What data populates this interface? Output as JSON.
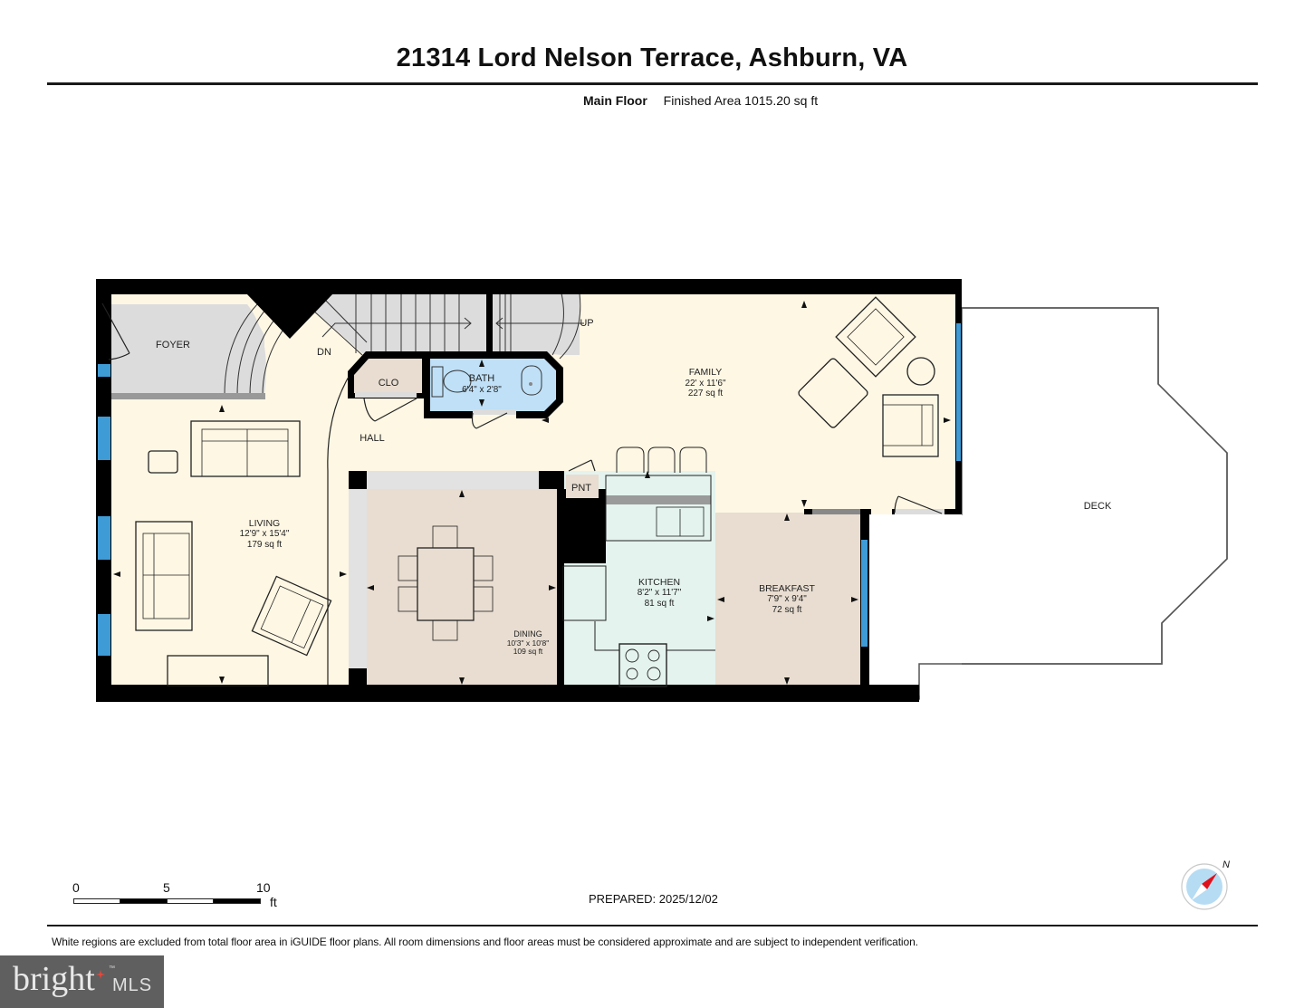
{
  "header": {
    "title": "21314 Lord Nelson Terrace, Ashburn, VA",
    "floor_name": "Main Floor",
    "finished_area": "Finished Area 1015.20 sq ft"
  },
  "rooms": {
    "foyer": {
      "name": "FOYER"
    },
    "dn": {
      "name": "DN"
    },
    "up": {
      "name": "UP"
    },
    "clo": {
      "name": "CLO"
    },
    "bath": {
      "name": "BATH",
      "dims": "6'4\" x 2'8\""
    },
    "hall": {
      "name": "HALL"
    },
    "family": {
      "name": "FAMILY",
      "dims": "22' x 11'6\"",
      "area": "227 sq ft"
    },
    "living": {
      "name": "LIVING",
      "dims": "12'9\" x 15'4\"",
      "area": "179 sq ft"
    },
    "dining": {
      "name": "DINING",
      "dims": "10'3\" x 10'8\"",
      "area": "109 sq ft"
    },
    "pnt": {
      "name": "PNT"
    },
    "kitchen": {
      "name": "KITCHEN",
      "dims": "8'2\" x 11'7\"",
      "area": "81 sq ft"
    },
    "breakfast": {
      "name": "BREAKFAST",
      "dims": "7'9\" x 9'4\"",
      "area": "72 sq ft"
    },
    "deck": {
      "name": "DECK"
    }
  },
  "colors": {
    "wall": "#000000",
    "living_family_hall": "#fef7e4",
    "foyer_stairs": "#dcdcdc",
    "dining_breakfast_clo": "#e8ddd0",
    "kitchen": "#e4f3ee",
    "bath": "#bfe0f7",
    "window": "#3f9bd6",
    "compass_needle": "#e0101a",
    "compass_face": "#b6dcf3",
    "logo_bg": "#5f5f5f"
  },
  "scale_bar": {
    "ticks": [
      "0",
      "5",
      "10"
    ],
    "unit": "ft"
  },
  "footer": {
    "prepared": "PREPARED: 2025/12/02",
    "compass_label": "N",
    "disclaimer": "White regions are excluded from total floor area in iGUIDE floor plans. All room dimensions and floor areas must be considered approximate and are subject to independent verification.",
    "logo_word": "bright",
    "logo_suffix": "MLS",
    "logo_tm": "™"
  }
}
